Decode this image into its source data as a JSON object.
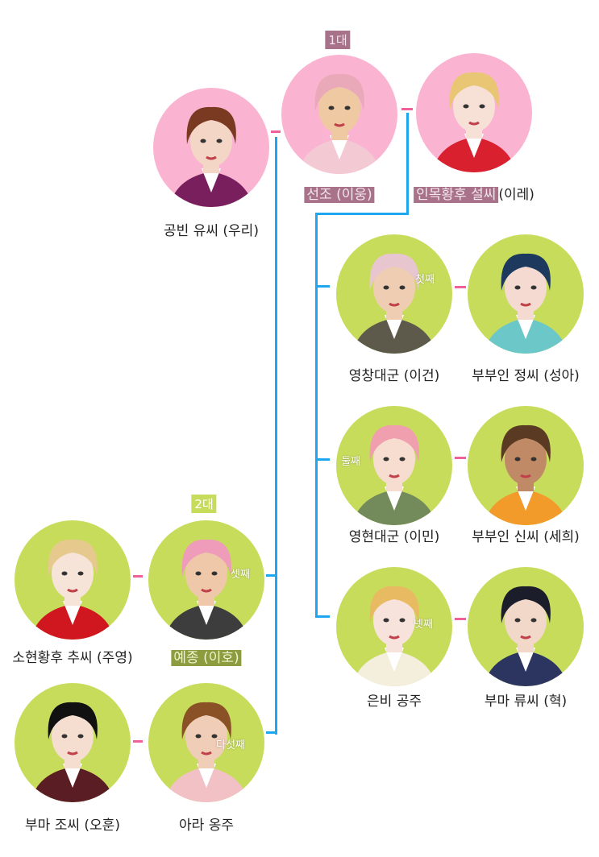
{
  "colors": {
    "pink_bg": "#fbb3d2",
    "green_bg": "#c8dc5c",
    "line_blue": "#1ea7ee",
    "spouse_pink": "#f0609a"
  },
  "generations": {
    "gen1": "1대",
    "gen2": "2대"
  },
  "people": [
    {
      "id": "gongbin",
      "name": "공빈 유씨 (우리)",
      "bg": "pink",
      "hair": "#7a3a22",
      "skin": "#f3d6c6",
      "cloth": "#7a1f5e"
    },
    {
      "id": "seonjo",
      "name": "선조 (이웅)",
      "bg": "pink",
      "hair": "#eaa9b8",
      "skin": "#efc9a2",
      "cloth": "#f3c9d3",
      "highlight": "mauve"
    },
    {
      "id": "inmok",
      "name_hl": "인목황후 설씨",
      "name_rest": "(이레)",
      "bg": "pink",
      "hair": "#e9c673",
      "skin": "#f7e0d6",
      "cloth": "#d9202e"
    },
    {
      "id": "yeongchang",
      "name": "영창대군 (이건)",
      "ordinal": "첫째",
      "bg": "green",
      "hair": "#e7c6cf",
      "skin": "#efcdb2",
      "cloth": "#5d5a4c"
    },
    {
      "id": "jeong",
      "name": "부부인 정씨 (성아)",
      "bg": "green",
      "hair": "#1d3a5e",
      "skin": "#f4dad0",
      "cloth": "#6cc7c9"
    },
    {
      "id": "yeonghyeon",
      "name": "영현대군 (이민)",
      "ordinal": "둘째",
      "bg": "green",
      "hair": "#ef9fae",
      "skin": "#f6ddd0",
      "cloth": "#738a5a"
    },
    {
      "id": "shin",
      "name": "부부인 신씨 (세희)",
      "bg": "green",
      "hair": "#5a3a22",
      "skin": "#c08a66",
      "cloth": "#f29a2a"
    },
    {
      "id": "eunbi",
      "name": "은비 공주",
      "ordinal": "넷째",
      "bg": "green",
      "hair": "#e8bb62",
      "skin": "#f7e3dc",
      "cloth": "#f4eedc"
    },
    {
      "id": "ryu",
      "name": "부마 류씨 (혁)",
      "bg": "green",
      "hair": "#1b1e2a",
      "skin": "#f2d8c8",
      "cloth": "#2b3560"
    },
    {
      "id": "sohyeon",
      "name": "소현황후 추씨 (주영)",
      "bg": "green",
      "hair": "#e6c98c",
      "skin": "#f7e4d8",
      "cloth": "#d0161f"
    },
    {
      "id": "yejong",
      "name": "예종 (이호)",
      "ordinal": "셋째",
      "bg": "green",
      "hair": "#ef9cbb",
      "skin": "#efc8aa",
      "cloth": "#3d3d3d",
      "highlight": "olive"
    },
    {
      "id": "jo",
      "name": "부마 조씨 (오훈)",
      "bg": "green",
      "hair": "#111111",
      "skin": "#f5ddd0",
      "cloth": "#5a1d24"
    },
    {
      "id": "ara",
      "name": "아라 옹주",
      "ordinal": "다섯째",
      "bg": "green",
      "hair": "#8a5026",
      "skin": "#f0cdb7",
      "cloth": "#f2c1c6"
    }
  ]
}
